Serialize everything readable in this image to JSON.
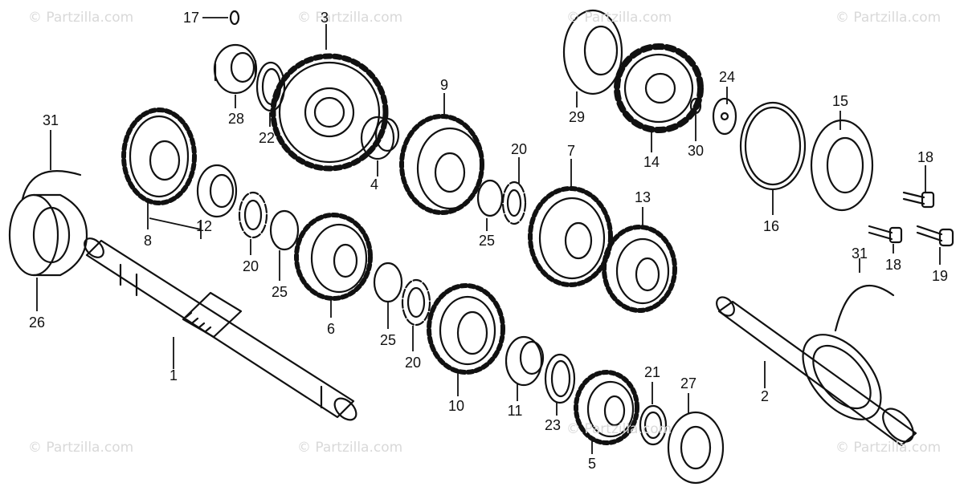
{
  "watermark": "© Partzilla.com",
  "callouts": [
    "1",
    "2",
    "3",
    "4",
    "5",
    "6",
    "7",
    "8",
    "9",
    "10",
    "11",
    "12",
    "13",
    "14",
    "15",
    "16",
    "17",
    "18",
    "18",
    "19",
    "20",
    "20",
    "20",
    "21",
    "22",
    "23",
    "24",
    "25",
    "25",
    "25",
    "26",
    "27",
    "28",
    "29",
    "30",
    "31",
    "31"
  ]
}
